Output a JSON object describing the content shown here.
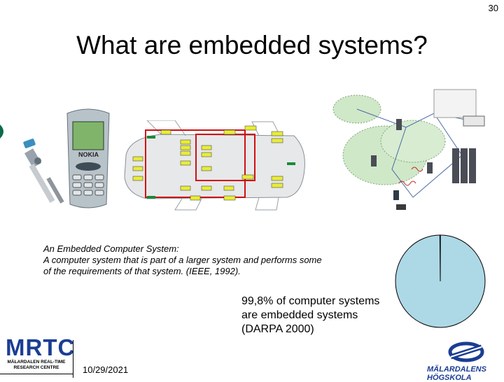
{
  "slide": {
    "number": "30",
    "title": "What are embedded systems?",
    "date": "10/29/2021"
  },
  "definition": {
    "line1": "An Embedded Computer System:",
    "line2": "A computer system that is part of a larger system and performs some",
    "line3": "of the requirements of that system. (IEEE, 1992)."
  },
  "statistic": {
    "line1": "99,8% of computer systems",
    "line2": "are embedded systems",
    "line3": "(DARPA 2000)",
    "embedded_fraction": 0.998,
    "pie_color": "#add8e6"
  },
  "logos": {
    "mrtc": "MRTC",
    "mrtc_sub1": "MÄLARDALEN REAL-TIME",
    "mrtc_sub2": "RESEARCH CENTRE",
    "mdh": "MÄLARDALENS HÖGSKOLA",
    "brand_color": "#1b3e93"
  },
  "images": {
    "phone_brand": "NOKIA"
  }
}
